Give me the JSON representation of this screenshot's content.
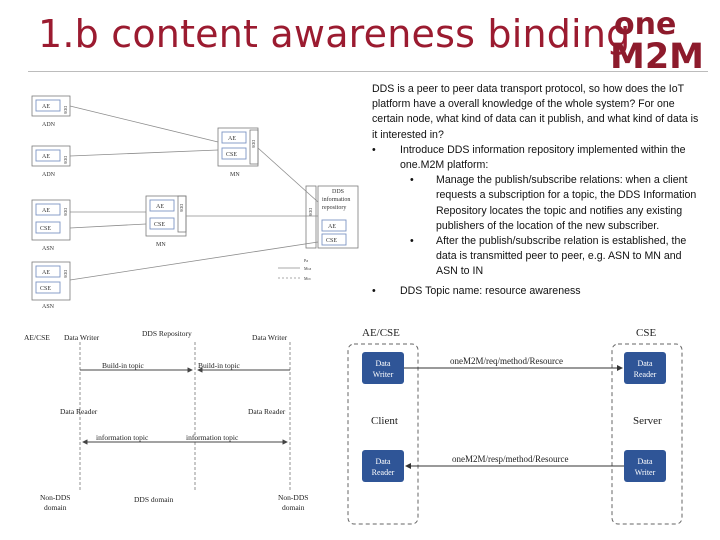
{
  "title": "1.b content awareness binding",
  "logo": {
    "top": "one",
    "bottom": "M2M"
  },
  "bullets": {
    "intro": "DDS is a peer to peer data transport protocol, so how does the IoT platform have a overall knowledge of the whole system? For one certain node, what kind of data can it publish, and what kind of data is it interested in?",
    "item1": "Introduce DDS information repository implemented within the one.M2M platform:",
    "sub1": "Manage the publish/subscribe relations: when a client requests a subscription for a topic, the DDS Information Repository locates the topic and notifies any existing publishers of the location of the new subscriber.",
    "sub2": "After the publish/subscribe relation is established, the data is transmitted peer to peer, e.g. ASN to MN and ASN to IN",
    "item2": "DDS Topic name: resource awareness",
    "bullet_char": "•"
  },
  "arch_diagram": {
    "ae": "AE",
    "cse": "CSE",
    "dds_small": "DDS",
    "adn": "ADN",
    "asn": "ASN",
    "mn": "MN",
    "repo_lines": [
      "DDS",
      "information",
      "repository"
    ],
    "legend": [
      "Mca",
      "Mcc"
    ],
    "legend_prefix": "Pa"
  },
  "repo_diagram": {
    "left_top": "AE/CSE",
    "writer_left": "Data Writer",
    "repo": "DDS Repository",
    "writer_right": "Data Writer",
    "build_left": "Build-in topic",
    "build_right": "Build-in topic",
    "reader_left": "Data Reader",
    "reader_right": "Data Reader",
    "info_left": "information topic",
    "info_right": "information topic",
    "nondds_left": [
      "Non-DDS",
      "domain"
    ],
    "dds_domain": "DDS domain",
    "nondds_right": [
      "Non-DDS",
      "domain"
    ]
  },
  "cs_diagram": {
    "left_header": "AE/CSE",
    "right_header": "CSE",
    "left_top_box": [
      "Data",
      "Writer"
    ],
    "right_top_box": [
      "Data",
      "Reader"
    ],
    "left_bottom_box": [
      "Data",
      "Reader"
    ],
    "right_bottom_box": [
      "Data",
      "Writer"
    ],
    "request_path": "oneM2M/req/method/Resource",
    "response_path": "oneM2M/resp/method/Resource",
    "client": "Client",
    "server": "Server",
    "box_color": "#2f5597"
  }
}
